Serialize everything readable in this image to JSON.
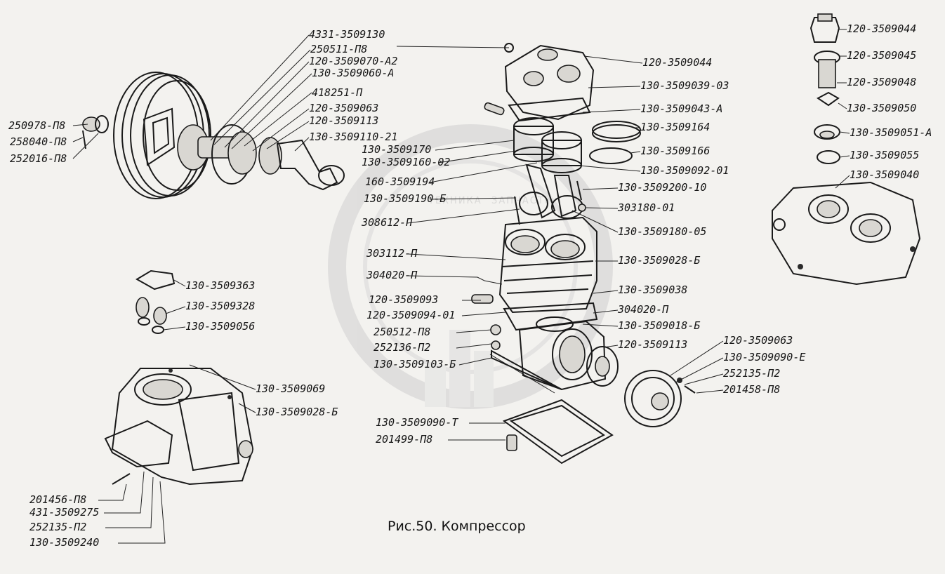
{
  "caption": "Рис.50. Компрессор",
  "watermark": {
    "left_text": "ТЕХНИКА",
    "right_text": "ЗАПЧАСТИ",
    "color": "#c4c4c4"
  },
  "labels": {
    "l01": "4331-3509130",
    "l02": "250511-П8",
    "l03": "120-3509070-А2",
    "l04": "130-3509060-А",
    "l05": "418251-П",
    "l06": "120-3509063",
    "l07": "120-3509113",
    "l08": "130-3509110-21",
    "l09": "250978-П8",
    "l10": "258040-П8",
    "l11": "252016-П8",
    "l12": "120-3509044",
    "l13": "130-3509039-03",
    "l14": "130-3509043-А",
    "l15": "130-3509164",
    "l16": "130-3509166",
    "l17": "130-3509170",
    "l18": "130-3509160-02",
    "l19": "130-3509092-01",
    "l20": "160-3509194",
    "l21": "130-3509190-Б",
    "l22": "130-3509200-10",
    "l23": "303180-01",
    "l24": "308612-П",
    "l25": "130-3509180-05",
    "l26": "303112-П",
    "l27": "130-3509028-Б",
    "l28": "304020-П",
    "l29": "130-3509038",
    "l30": "120-3509093",
    "l31": "304020-П",
    "l32": "120-3509094-01",
    "l33": "130-3509018-Б",
    "l34": "250512-П8",
    "l35": "120-3509113",
    "l36": "252136-П2",
    "l37": "130-3509103-Б",
    "l38": "120-3509063",
    "l39": "130-3509090-Е",
    "l40": "252135-П2",
    "l41": "201458-П8",
    "l42": "130-3509090-Т",
    "l43": "201499-П8",
    "l44": "120-3509044",
    "l45": "120-3509045",
    "l46": "120-3509048",
    "l47": "130-3509050",
    "l48": "130-3509051-А",
    "l49": "130-3509055",
    "l50": "130-3509040",
    "l51": "130-3509363",
    "l52": "130-3509328",
    "l53": "130-3509056",
    "l54": "130-3509069",
    "l55": "130-3509028-Б",
    "l56": "201456-П8",
    "l57": "431-3509275",
    "l58": "252135-П2",
    "l59": "130-3509240"
  }
}
